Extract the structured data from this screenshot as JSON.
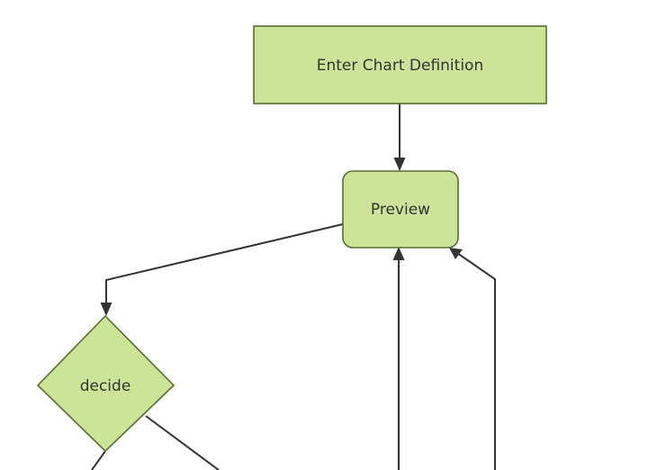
{
  "diagram": {
    "type": "flowchart",
    "direction": "top-down",
    "background_color": "#ffffff",
    "node_fill_color": "#cde498",
    "node_border_color": "#53702c",
    "text_color": "#333333",
    "edge_color": "#333333",
    "nodes": [
      {
        "id": "enter-chart-definition",
        "label": "Enter Chart Definition",
        "shape": "rectangle"
      },
      {
        "id": "preview",
        "label": "Preview",
        "shape": "rounded-rectangle"
      },
      {
        "id": "decide",
        "label": "decide",
        "shape": "diamond"
      }
    ],
    "edges": [
      {
        "id": "edge-enter-to-preview",
        "from": "enter-chart-definition",
        "to": "preview",
        "label": "",
        "arrowhead": true
      },
      {
        "id": "edge-preview-to-decide",
        "from": "preview",
        "to": "decide",
        "label": "",
        "arrowhead": true
      },
      {
        "id": "edge-center-to-preview",
        "from": "",
        "to": "preview",
        "label": "",
        "arrowhead": true
      },
      {
        "id": "edge-right-to-preview",
        "from": "",
        "to": "preview",
        "label": "",
        "arrowhead": true
      },
      {
        "id": "edge-decide-bottom-out",
        "from": "decide",
        "to": "",
        "label": "",
        "arrowhead": false
      },
      {
        "id": "edge-decide-right-out",
        "from": "decide",
        "to": "",
        "label": "",
        "arrowhead": false
      }
    ]
  }
}
